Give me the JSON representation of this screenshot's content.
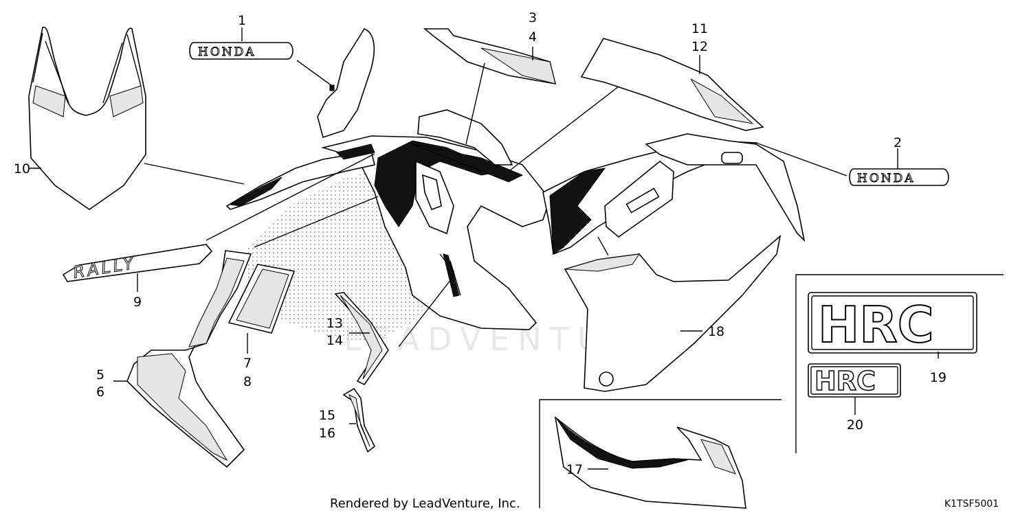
{
  "callouts": [
    "1",
    "2",
    "3",
    "4",
    "5",
    "6",
    "7",
    "8",
    "9",
    "10",
    "11",
    "12",
    "13",
    "14",
    "15",
    "16",
    "17",
    "18",
    "19",
    "20"
  ],
  "emblems": {
    "honda_1": "HONDA",
    "honda_2": "HONDA",
    "rally": "RALLY",
    "hrc_large": "HRC",
    "hrc_small": "HRC"
  },
  "watermark": "LEADVENTURE",
  "footer": {
    "credit": "Rendered by LeadVenture, Inc.",
    "diagram_code": "K1TSF5001"
  }
}
